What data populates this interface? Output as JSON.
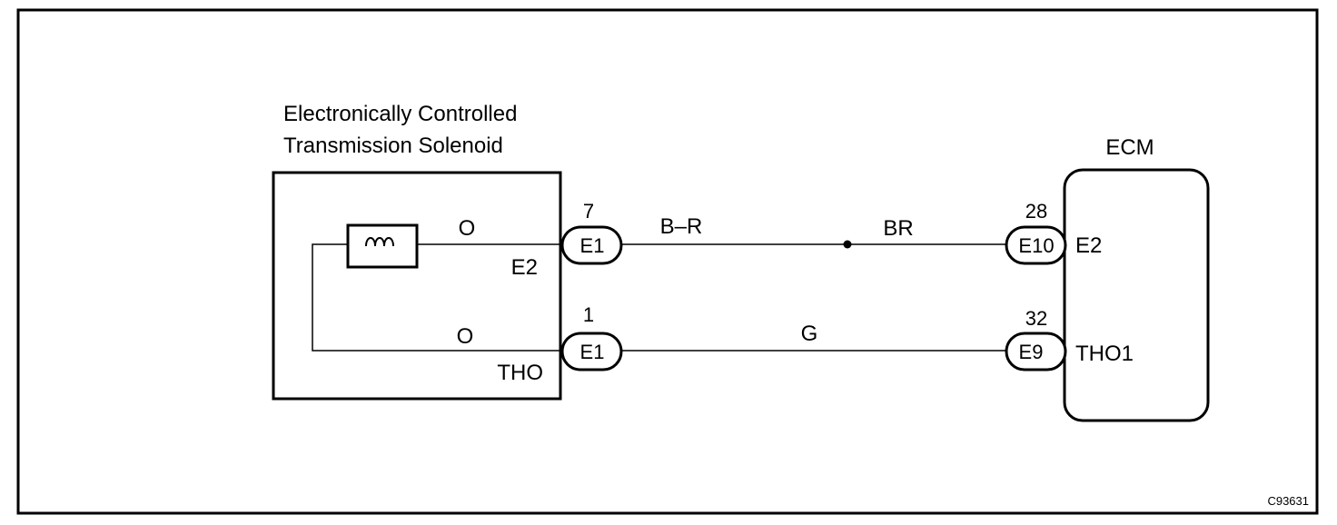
{
  "component": {
    "title_line1": "Electronically Controlled",
    "title_line2": "Transmission Solenoid",
    "wire_color_top": "O",
    "wire_color_bottom": "O",
    "terminal_top": "E2",
    "terminal_bottom": "THO"
  },
  "ecm": {
    "title": "ECM",
    "terminal_top": "E2",
    "terminal_bottom": "THO1"
  },
  "connectors": {
    "left_top": {
      "label": "E1",
      "pin": "7"
    },
    "left_bottom": {
      "label": "E1",
      "pin": "1"
    },
    "right_top": {
      "label": "E10",
      "pin": "28"
    },
    "right_bottom": {
      "label": "E9",
      "pin": "32"
    }
  },
  "wires": {
    "top_left_color": "B–R",
    "top_right_color": "BR",
    "bottom_color": "G"
  },
  "figure_code": "C93631"
}
